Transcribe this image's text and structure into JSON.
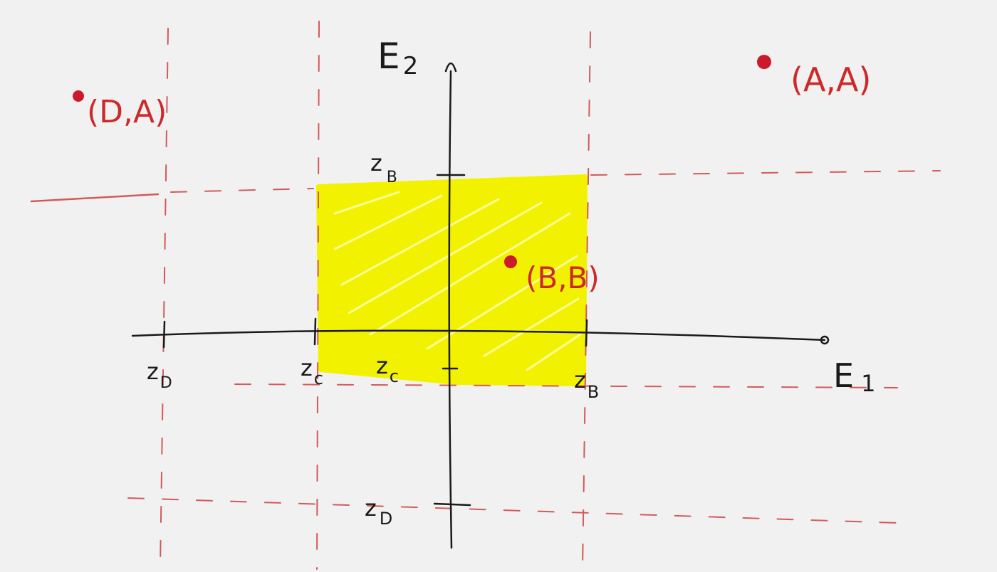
{
  "axes": {
    "x_label": "E",
    "x_sub": "1",
    "y_label": "E",
    "y_sub": "2"
  },
  "ticks": {
    "x_d": {
      "main": "z",
      "sub": "D"
    },
    "x_c": {
      "main": "z",
      "sub": "c"
    },
    "x_b": {
      "main": "z",
      "sub": "B"
    },
    "y_b": {
      "main": "z",
      "sub": "B"
    },
    "y_c": {
      "main": "z",
      "sub": "c"
    },
    "y_d": {
      "main": "z",
      "sub": "D"
    }
  },
  "points": [
    {
      "label": "(D,A)"
    },
    {
      "label": "(A,A)"
    },
    {
      "label": "(B,B)"
    }
  ],
  "colors": {
    "background": "#f1f1f1",
    "axis": "#1a1a1a",
    "dashed": "#d25a5a",
    "point": "#cc1a2a",
    "highlight": "#f2f200"
  }
}
